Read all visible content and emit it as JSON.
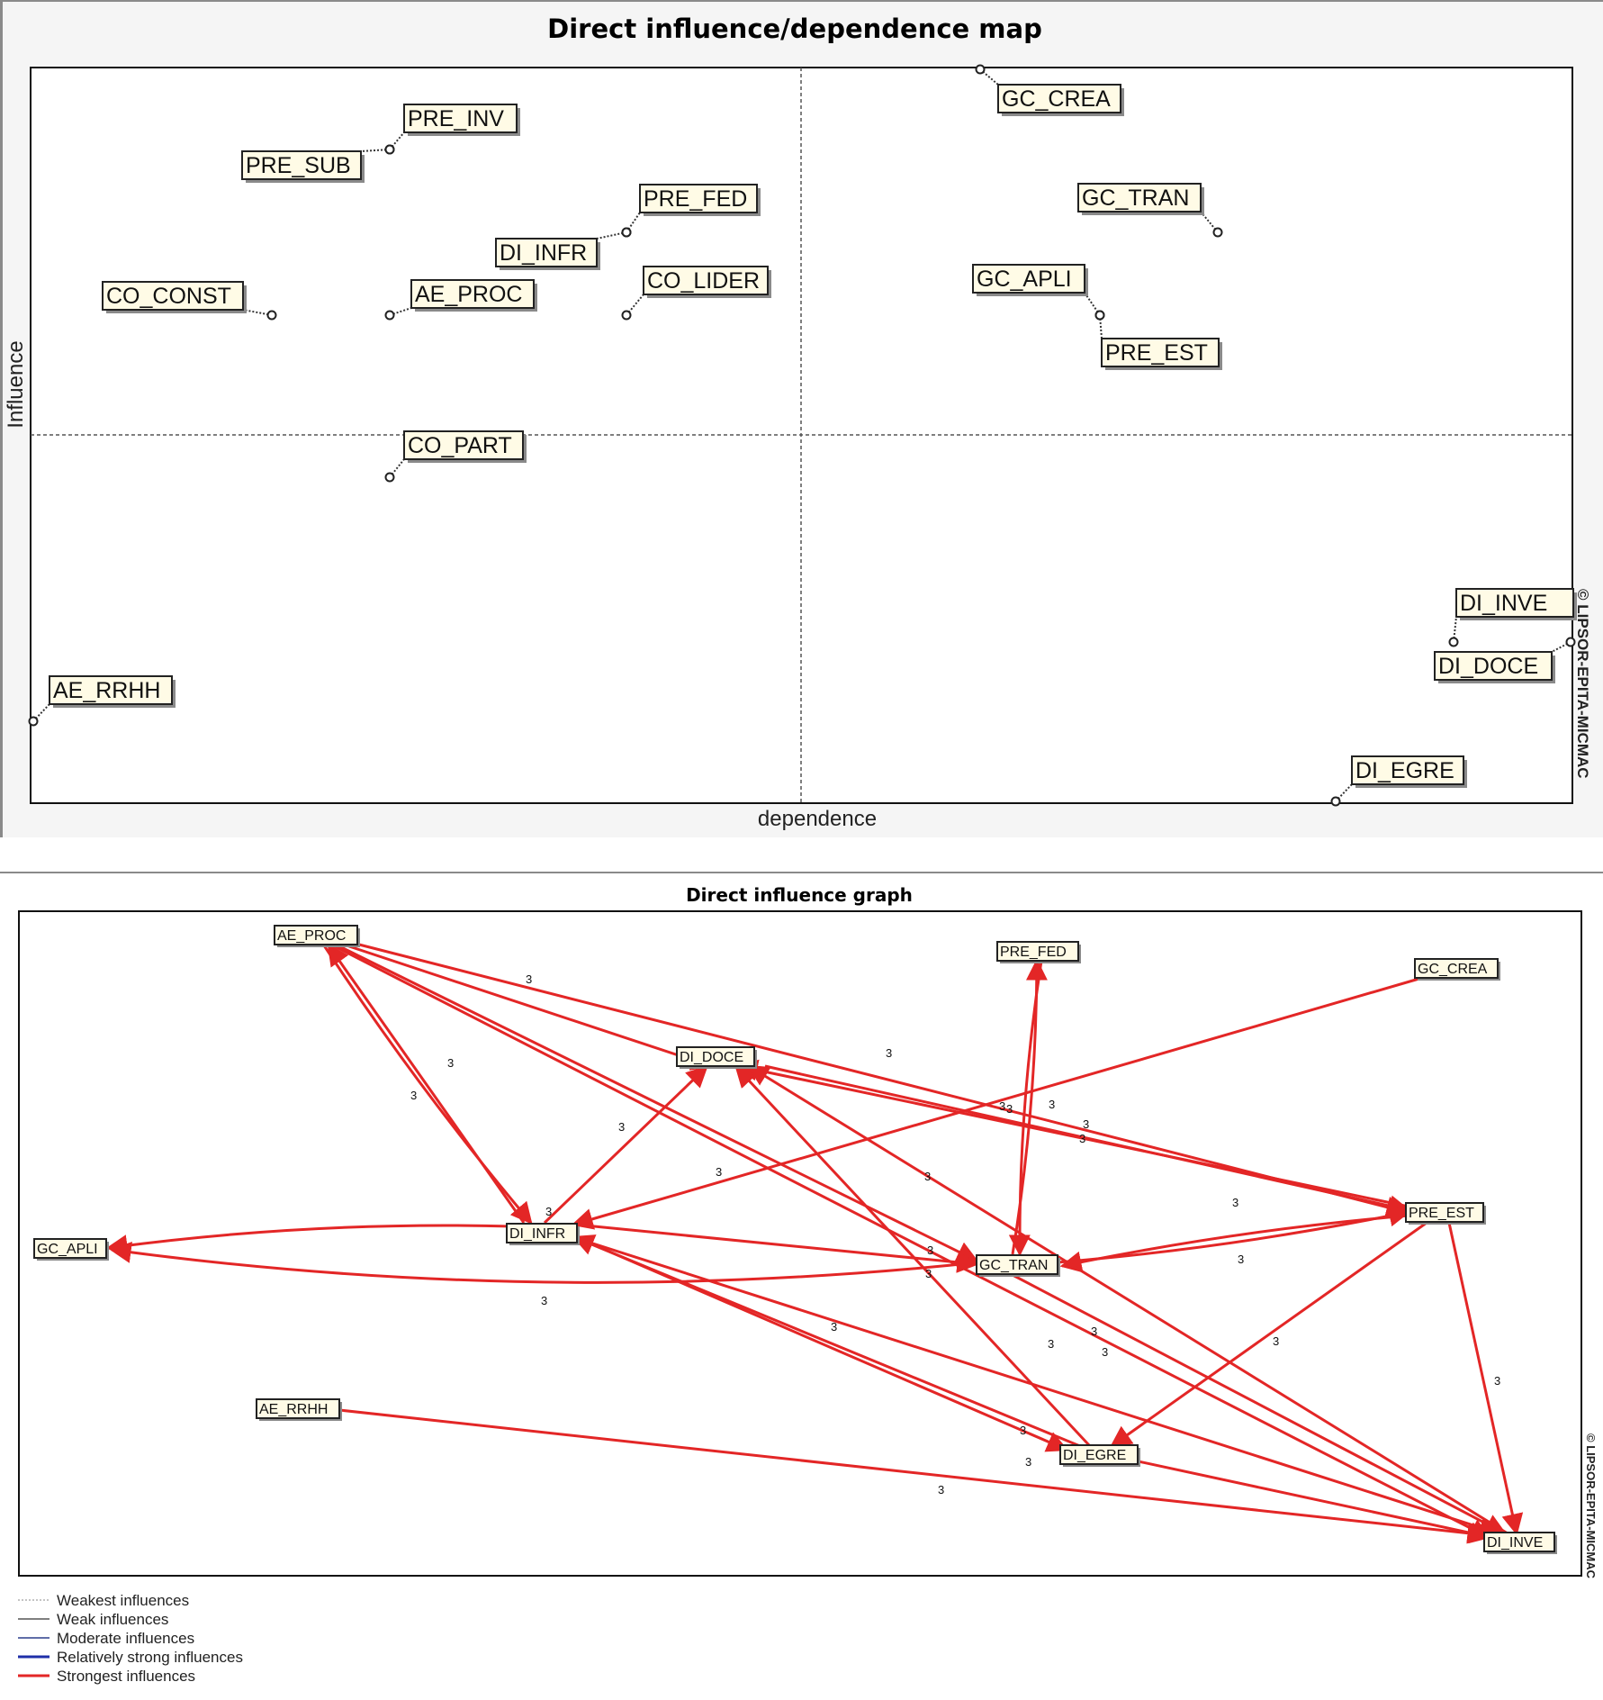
{
  "map": {
    "title": "Direct influence/dependence map",
    "xlabel": "dependence",
    "ylabel": "Influence",
    "copyright": "© LIPSOR-EPITA-MICMAC"
  },
  "graph": {
    "title": "Direct influence graph",
    "copyright": "© LIPSOR-EPITA-MICMAC",
    "legend": [
      {
        "label": "Weakest influences",
        "color": "#b0b0b0",
        "style": "dotted"
      },
      {
        "label": "Weak influences",
        "color": "#555555",
        "style": "solid-thin"
      },
      {
        "label": "Moderate influences",
        "color": "#2b3f8c",
        "style": "solid-thin"
      },
      {
        "label": "Relatively strong influences",
        "color": "#1f2fa8",
        "style": "solid-thick"
      },
      {
        "label": "Strongest influences",
        "color": "#e32626",
        "style": "solid-thick"
      }
    ]
  },
  "chart_data": [
    {
      "type": "scatter",
      "title": "Direct influence/dependence map",
      "xlabel": "dependence",
      "ylabel": "Influence",
      "axes_ticks_shown": false,
      "points": [
        {
          "name": "PRE_INV",
          "dependence": 0.23,
          "influence": 0.89
        },
        {
          "name": "PRE_SUB",
          "dependence": 0.23,
          "influence": 0.89
        },
        {
          "name": "PRE_FED",
          "dependence": 0.385,
          "influence": 0.775
        },
        {
          "name": "DI_INFR",
          "dependence": 0.385,
          "influence": 0.775
        },
        {
          "name": "CO_CONST",
          "dependence": 0.155,
          "influence": 0.665
        },
        {
          "name": "AE_PROC",
          "dependence": 0.23,
          "influence": 0.665
        },
        {
          "name": "CO_LIDER",
          "dependence": 0.385,
          "influence": 0.665
        },
        {
          "name": "CO_PART",
          "dependence": 0.23,
          "influence": 0.445
        },
        {
          "name": "AE_RRHH",
          "dependence": 0.0,
          "influence": 0.11
        },
        {
          "name": "GC_CREA",
          "dependence": 0.615,
          "influence": 1.0
        },
        {
          "name": "GC_TRAN",
          "dependence": 0.77,
          "influence": 0.775
        },
        {
          "name": "GC_APLI",
          "dependence": 0.69,
          "influence": 0.665
        },
        {
          "name": "PRE_EST",
          "dependence": 0.69,
          "influence": 0.665
        },
        {
          "name": "DI_INVE",
          "dependence": 0.925,
          "influence": 0.22
        },
        {
          "name": "DI_DOCE",
          "dependence": 1.0,
          "influence": 0.22
        },
        {
          "name": "DI_EGRE",
          "dependence": 0.845,
          "influence": 0.0
        }
      ]
    },
    {
      "type": "network",
      "title": "Direct influence graph",
      "nodes": [
        "AE_PROC",
        "PRE_FED",
        "GC_CREA",
        "DI_DOCE",
        "GC_APLI",
        "DI_INFR",
        "GC_TRAN",
        "PRE_EST",
        "AE_RRHH",
        "DI_EGRE",
        "DI_INVE"
      ],
      "edges": [
        {
          "from": "AE_PROC",
          "to": "DI_DOCE",
          "value": "3"
        },
        {
          "from": "AE_PROC",
          "to": "PRE_EST",
          "value": "3"
        },
        {
          "from": "AE_PROC",
          "to": "DI_INFR",
          "value": "3"
        },
        {
          "from": "DI_INFR",
          "to": "AE_PROC",
          "value": "3"
        },
        {
          "from": "AE_PROC",
          "to": "GC_TRAN",
          "value": "3"
        },
        {
          "from": "AE_PROC",
          "to": "DI_INVE",
          "value": "3"
        },
        {
          "from": "DI_INFR",
          "to": "DI_DOCE",
          "value": "3"
        },
        {
          "from": "GC_CREA",
          "to": "DI_INFR",
          "value": "3"
        },
        {
          "from": "GC_TRAN",
          "to": "PRE_FED",
          "value": "3"
        },
        {
          "from": "PRE_FED",
          "to": "GC_TRAN",
          "value": "3"
        },
        {
          "from": "PRE_EST",
          "to": "DI_DOCE",
          "value": "3"
        },
        {
          "from": "DI_DOCE",
          "to": "PRE_EST",
          "value": "3"
        },
        {
          "from": "DI_INFR",
          "to": "GC_APLI",
          "value": "3"
        },
        {
          "from": "GC_TRAN",
          "to": "GC_APLI",
          "value": "3"
        },
        {
          "from": "DI_INFR",
          "to": "GC_TRAN",
          "value": "3"
        },
        {
          "from": "GC_TRAN",
          "to": "PRE_EST",
          "value": "3"
        },
        {
          "from": "PRE_EST",
          "to": "GC_TRAN",
          "value": "3"
        },
        {
          "from": "DI_EGRE",
          "to": "DI_INFR",
          "value": "3"
        },
        {
          "from": "DI_INFR",
          "to": "DI_EGRE",
          "value": "3"
        },
        {
          "from": "DI_EGRE",
          "to": "DI_DOCE",
          "value": "3"
        },
        {
          "from": "DI_INVE",
          "to": "DI_DOCE",
          "value": "3"
        },
        {
          "from": "PRE_EST",
          "to": "DI_EGRE",
          "value": "3"
        },
        {
          "from": "PRE_EST",
          "to": "DI_INVE",
          "value": "3"
        },
        {
          "from": "GC_TRAN",
          "to": "DI_INVE",
          "value": "3"
        },
        {
          "from": "DI_INFR",
          "to": "DI_INVE",
          "value": "3"
        },
        {
          "from": "DI_EGRE",
          "to": "DI_INVE",
          "value": "3"
        },
        {
          "from": "AE_RRHH",
          "to": "DI_INVE",
          "value": "3"
        }
      ]
    }
  ]
}
